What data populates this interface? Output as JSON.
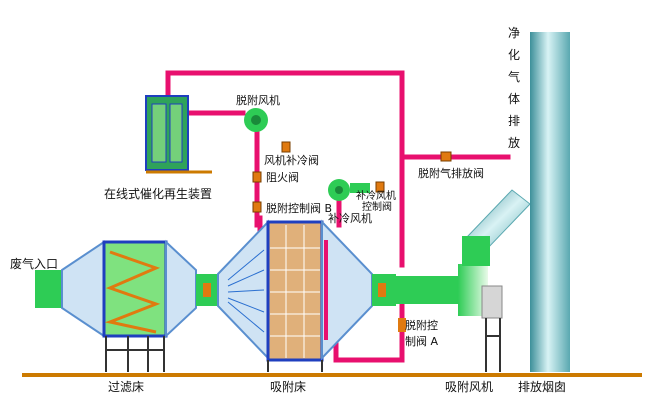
{
  "labels": {
    "waste_gas_inlet": "废气入口",
    "filter_bed": "过滤床",
    "adsorption_bed": "吸附床",
    "suction_fan": "吸附风机",
    "exhaust_stack": "排放烟囱",
    "catalytic_device": "在线式催化再生装置",
    "desorption_fan": "脱附风机",
    "fan_cooling_valve": "风机补冷阀",
    "fire_damper": "阻火阀",
    "desorption_valve_b": "脱附控制阀 B",
    "makeup_cooling_valve_line1": "补冷风机",
    "makeup_cooling_valve_line2": "控制阀",
    "makeup_cooling_fan": "补冷风机",
    "desorption_exhaust_valve": "脱附气排放阀",
    "desorption_valve_a_line1": "脱附控",
    "desorption_valve_a_line2": "制阀 A",
    "clean_gas_exhaust": [
      "净",
      "化",
      "气",
      "体",
      "排",
      "放"
    ]
  },
  "colors": {
    "pipe": "#e8106e",
    "ground": "#cc7a00",
    "duct_green": "#22c55e",
    "housing_blue": "#bcd8f0",
    "frame_blue": "#1f3fbf",
    "valve_orange": "#e07a10",
    "stack": "#7fc6cc"
  }
}
